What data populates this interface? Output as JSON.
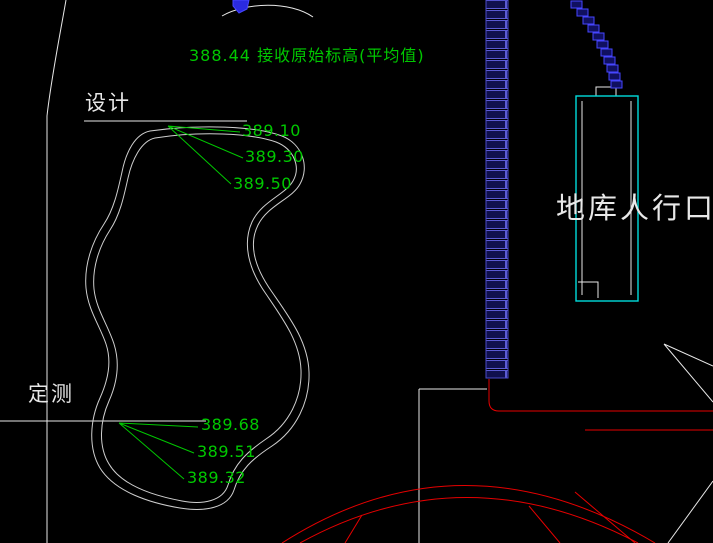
{
  "annotations": {
    "avg_note": "388.44  接收原始标高(平均值)",
    "design_label": "设计",
    "survey_label": "定测",
    "garage_entry_label": "地库人行口",
    "design_elevations": [
      "389.10",
      "389.30",
      "389.50"
    ],
    "survey_elevations": [
      "389.68",
      "389.51",
      "389.32"
    ]
  },
  "colors": {
    "background": "#000000",
    "green": "#00c800",
    "white": "#e8e8e8",
    "contour": "#cfcfcf",
    "red": "#e60000",
    "cyan": "#00dcdc",
    "hatch": "#4a4ac8",
    "step_blue": "#4646ff"
  }
}
